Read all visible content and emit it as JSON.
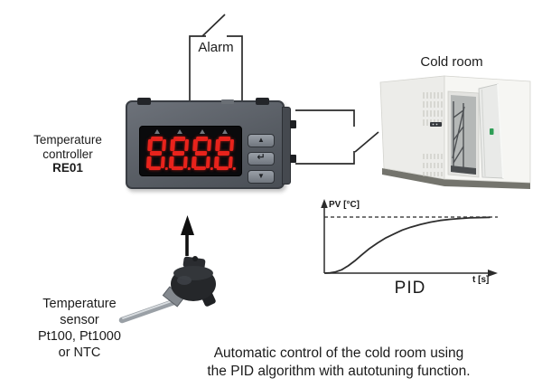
{
  "labels": {
    "alarm": "Alarm",
    "cold_room": "Cold room"
  },
  "controller_label": {
    "line1": "Temperature",
    "line2": "controller",
    "model": "RE01"
  },
  "sensor_label": {
    "line1": "Temperature",
    "line2": "sensor",
    "line3": "Pt100, Pt1000",
    "line4": "or NTC"
  },
  "caption": {
    "line1": "Automatic control of the cold room using",
    "line2": "the PID algorithm with autotuning function."
  },
  "controller": {
    "display_value": "8.8.8.8.",
    "display_color": "#e8231c",
    "buttons": [
      {
        "name": "up",
        "glyph": "▲"
      },
      {
        "name": "enter",
        "glyph": "↵"
      },
      {
        "name": "down",
        "glyph": "▼"
      }
    ]
  },
  "chart_data": {
    "type": "line",
    "title": "PID",
    "xlabel": "t [s]",
    "ylabel": "PV [°C]",
    "legend": [],
    "grid": false,
    "setpoint_norm": 1.0,
    "setpoint_style": "dashed",
    "x_range_norm": [
      0,
      1
    ],
    "y_range_norm": [
      0,
      1.05
    ],
    "description": "Process value PV rises from zero and settles at the dashed setpoint under PID control with autotuning",
    "curve": [
      [
        0,
        0
      ],
      [
        0.03,
        0.005
      ],
      [
        0.06,
        0.02
      ],
      [
        0.1,
        0.06
      ],
      [
        0.14,
        0.13
      ],
      [
        0.18,
        0.22
      ],
      [
        0.22,
        0.32
      ],
      [
        0.27,
        0.44
      ],
      [
        0.32,
        0.54
      ],
      [
        0.37,
        0.63
      ],
      [
        0.42,
        0.7
      ],
      [
        0.47,
        0.77
      ],
      [
        0.52,
        0.82
      ],
      [
        0.58,
        0.87
      ],
      [
        0.64,
        0.91
      ],
      [
        0.7,
        0.94
      ],
      [
        0.76,
        0.96
      ],
      [
        0.82,
        0.975
      ],
      [
        0.88,
        0.985
      ],
      [
        0.94,
        0.99
      ],
      [
        1,
        0.995
      ]
    ]
  }
}
